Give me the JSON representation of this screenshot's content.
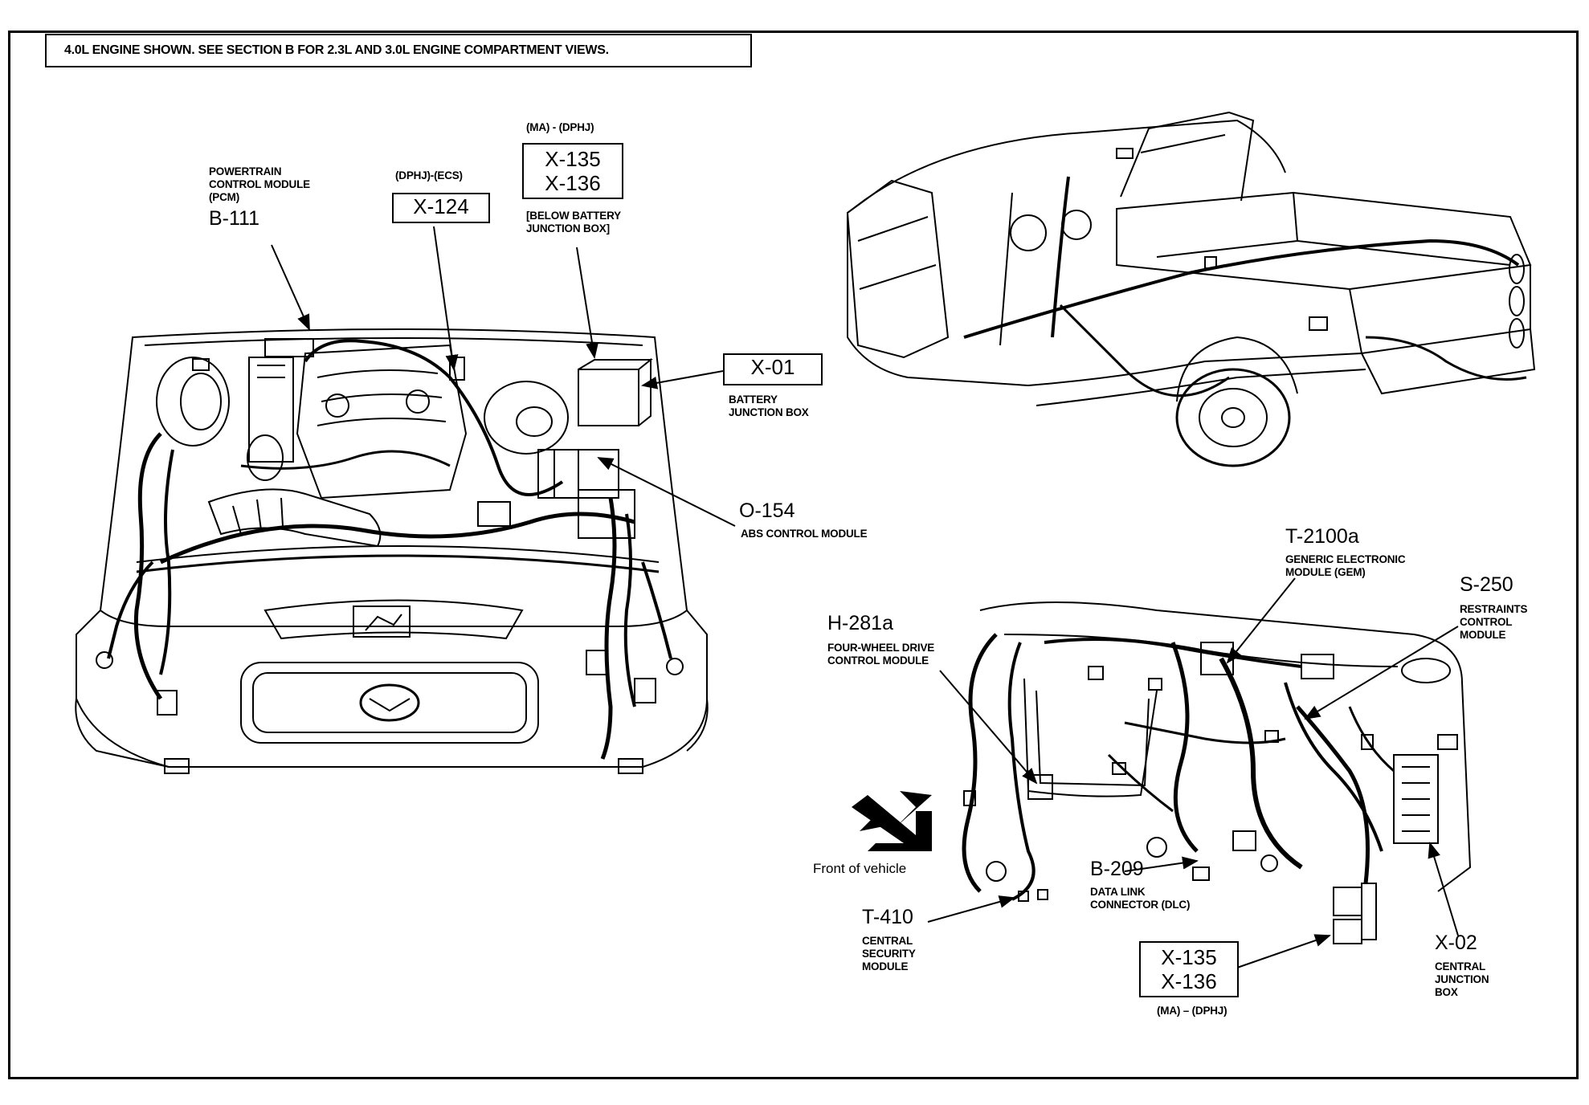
{
  "header": {
    "note": "4.0L ENGINE SHOWN. SEE SECTION B FOR 2.3L AND 3.0L ENGINE COMPARTMENT VIEWS."
  },
  "callouts": {
    "pcm": {
      "name_line1": "POWERTRAIN",
      "name_line2": "CONTROL MODULE",
      "name_line3": "(PCM)",
      "id": "B-111"
    },
    "x124": {
      "variant": "(DPHJ)-(ECS)",
      "id": "X-124"
    },
    "x135_top": {
      "variant": "(MA) - (DPHJ)",
      "id1": "X-135",
      "id2": "X-136",
      "note_line1": "[BELOW BATTERY",
      "note_line2": "JUNCTION BOX]"
    },
    "x01": {
      "id": "X-01",
      "name_line1": "BATTERY",
      "name_line2": "JUNCTION BOX"
    },
    "o154": {
      "id": "O-154",
      "name": "ABS CONTROL MODULE"
    },
    "t2100a": {
      "id": "T-2100a",
      "name_line1": "GENERIC ELECTRONIC",
      "name_line2": "MODULE (GEM)"
    },
    "s250": {
      "id": "S-250",
      "name_line1": "RESTRAINTS",
      "name_line2": "CONTROL",
      "name_line3": "MODULE"
    },
    "h281a": {
      "id": "H-281a",
      "name_line1": "FOUR-WHEEL DRIVE",
      "name_line2": "CONTROL MODULE"
    },
    "front": {
      "label": "Front of vehicle"
    },
    "b209": {
      "id": "B-209",
      "name_line1": "DATA LINK",
      "name_line2": "CONNECTOR (DLC)"
    },
    "t410": {
      "id": "T-410",
      "name_line1": "CENTRAL",
      "name_line2": "SECURITY",
      "name_line3": "MODULE"
    },
    "x135_bottom": {
      "id1": "X-135",
      "id2": "X-136",
      "variant": "(MA) – (DPHJ)"
    },
    "x02": {
      "id": "X-02",
      "name_line1": "CENTRAL",
      "name_line2": "JUNCTION",
      "name_line3": "BOX"
    }
  }
}
